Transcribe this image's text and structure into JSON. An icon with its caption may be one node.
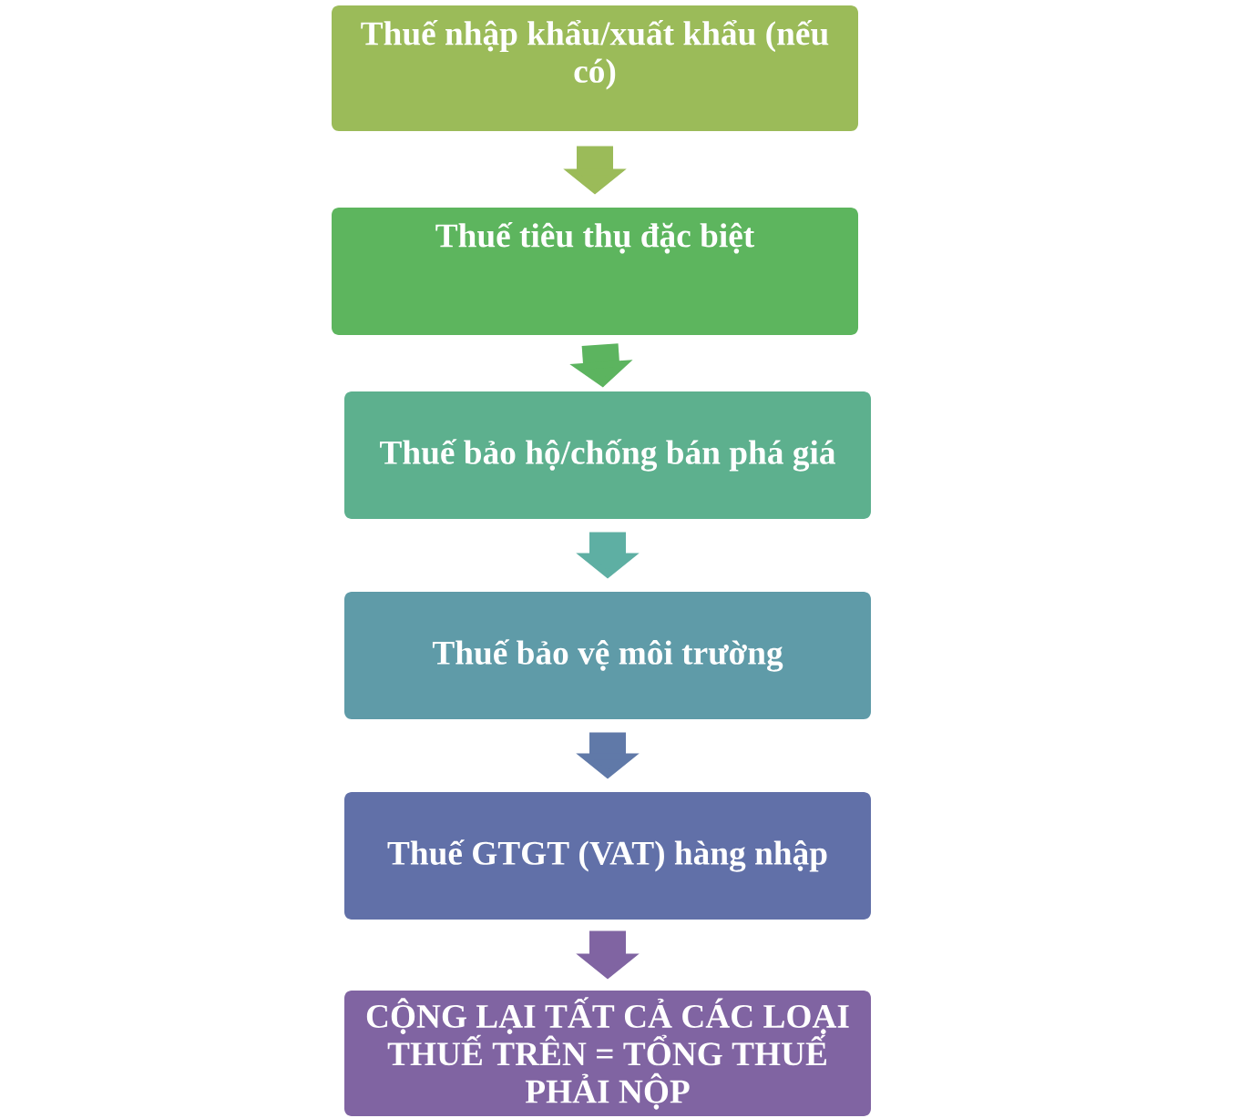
{
  "diagram": {
    "nodes": [
      {
        "text": [
          "Thuế nhập khẩu/xuất khẩu (nếu có)"
        ]
      },
      {
        "text": [
          "Thuế tiêu thụ đặc biệt"
        ]
      },
      {
        "text": [
          "Thuế bảo hộ/chống bán phá giá"
        ]
      },
      {
        "text": [
          "Thuế bảo vệ môi trường"
        ]
      },
      {
        "text": [
          "Thuế GTGT (VAT) hàng nhập"
        ]
      },
      {
        "text": [
          "CỘNG LẠI TẤT CẢ CÁC LOẠI THUẾ TRÊN = TỔNG THUẾ PHẢI NỘP"
        ]
      }
    ],
    "edges": [
      {
        "from": 0,
        "to": 1,
        "arrow": "to",
        "color": "#9bbb59"
      },
      {
        "from": 1,
        "to": 2,
        "arrow": "to",
        "color": "#5cb45f"
      },
      {
        "from": 2,
        "to": 3,
        "arrow": "to",
        "color": "#5eafa3"
      },
      {
        "from": 3,
        "to": 4,
        "arrow": "to",
        "color": "#6079a8"
      },
      {
        "from": 4,
        "to": 5,
        "arrow": "to",
        "color": "#8064a2"
      }
    ]
  }
}
